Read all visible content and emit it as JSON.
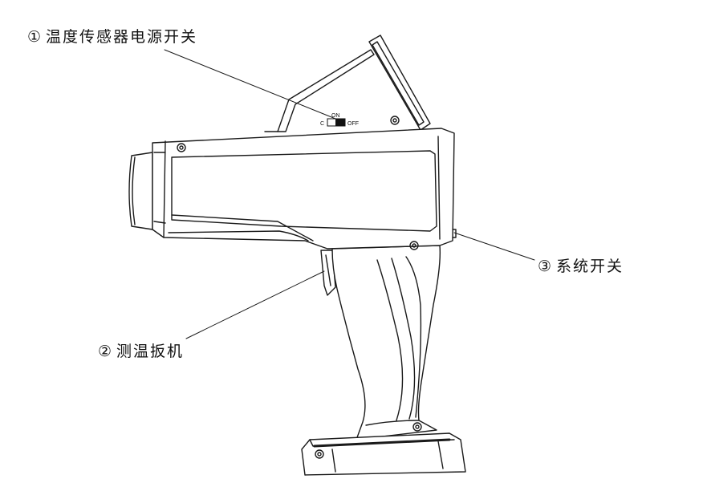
{
  "callouts": [
    {
      "marker": "①",
      "label": "温度传感器电源开关"
    },
    {
      "marker": "②",
      "label": "测温扳机"
    },
    {
      "marker": "③",
      "label": "系统开关"
    }
  ],
  "switch": {
    "on_label": "ON",
    "off_label": "OFF",
    "c_label": "C"
  },
  "colors": {
    "line": "#1a1a1a",
    "fill": "#ffffff",
    "dark": "#111111"
  }
}
